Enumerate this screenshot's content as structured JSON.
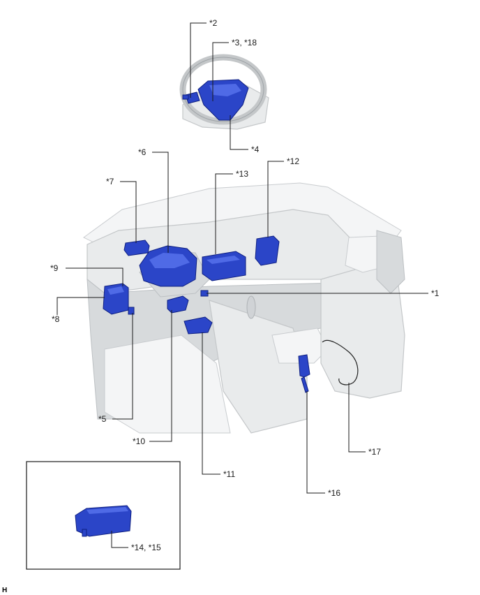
{
  "labels": {
    "l1": "*1",
    "l2": "*2",
    "l3": "*3, *18",
    "l4": "*4",
    "l5": "*5",
    "l6": "*6",
    "l7": "*7",
    "l8": "*8",
    "l9": "*9",
    "l10": "*10",
    "l11": "*11",
    "l12": "*12",
    "l13": "*13",
    "l14": "*14, *15",
    "l16": "*16",
    "l17": "*17"
  },
  "corner_mark": "H",
  "colors": {
    "component": "#2b45c8",
    "interior": "#e9ebec",
    "line": "#1a1a1a"
  }
}
